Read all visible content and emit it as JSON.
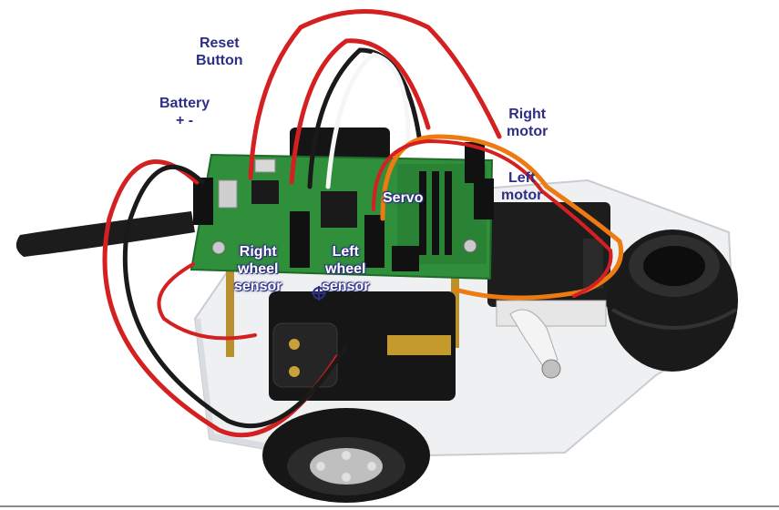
{
  "labels": {
    "reset_button": [
      "Reset",
      "Button"
    ],
    "battery": [
      "Battery",
      "+ -"
    ],
    "right_motor": [
      "Right",
      "motor"
    ],
    "left_motor": [
      "Left",
      "motor"
    ],
    "servo": "Servo",
    "right_wheel_sensor": [
      "Right",
      "wheel",
      "sensor"
    ],
    "left_wheel_sensor": [
      "Left",
      "wheel",
      "sensor"
    ]
  },
  "colors": {
    "label_text": "#2e2e86",
    "pcb_green": "#2f8f3a",
    "wire_red": "#d42020",
    "wire_black": "#1a1a1a",
    "wire_orange": "#ee7a12",
    "acrylic": "#eef0f2"
  }
}
